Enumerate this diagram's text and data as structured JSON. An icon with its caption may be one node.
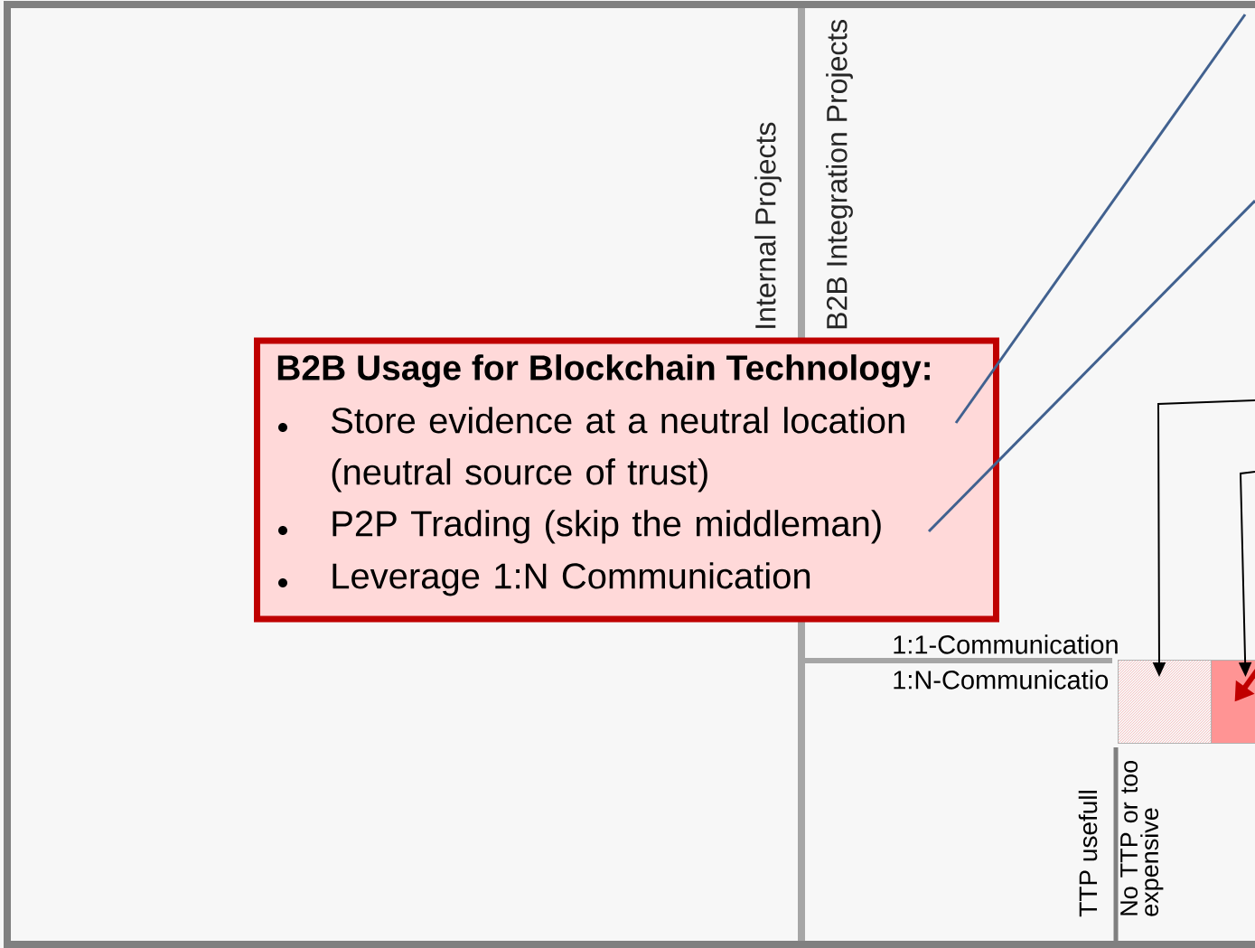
{
  "diagram": {
    "nodes": [
      {
        "text": [
          "B2B Usage for Blockchain Technology:",
          "Store evidence at a neutral location (neutral source of trust)",
          "P2P Trading (skip the middleman)",
          "Leverage 1:N Communication"
        ]
      },
      {
        "text": [],
        "shape": "box"
      },
      {
        "text": [],
        "shape": "box"
      }
    ],
    "edges": [
      {
        "from": 0,
        "to": null,
        "arrow": "none",
        "color": "#41618f"
      },
      {
        "from": 0,
        "to": null,
        "arrow": "none",
        "color": "#41618f"
      },
      {
        "from": null,
        "to": 1,
        "arrow": "to",
        "color": "#000000"
      },
      {
        "from": null,
        "to": 2,
        "arrow": "to",
        "color": "#000000"
      },
      {
        "from": null,
        "to": 2,
        "arrow": "to",
        "style": "thick",
        "color": "#c00000"
      }
    ],
    "labels": [
      "Internal Projects",
      "B2B Integration Projects",
      "1:1-Communication",
      "1:N-Communicatio",
      "TTP usefull",
      "No TTP or too expensive"
    ]
  }
}
